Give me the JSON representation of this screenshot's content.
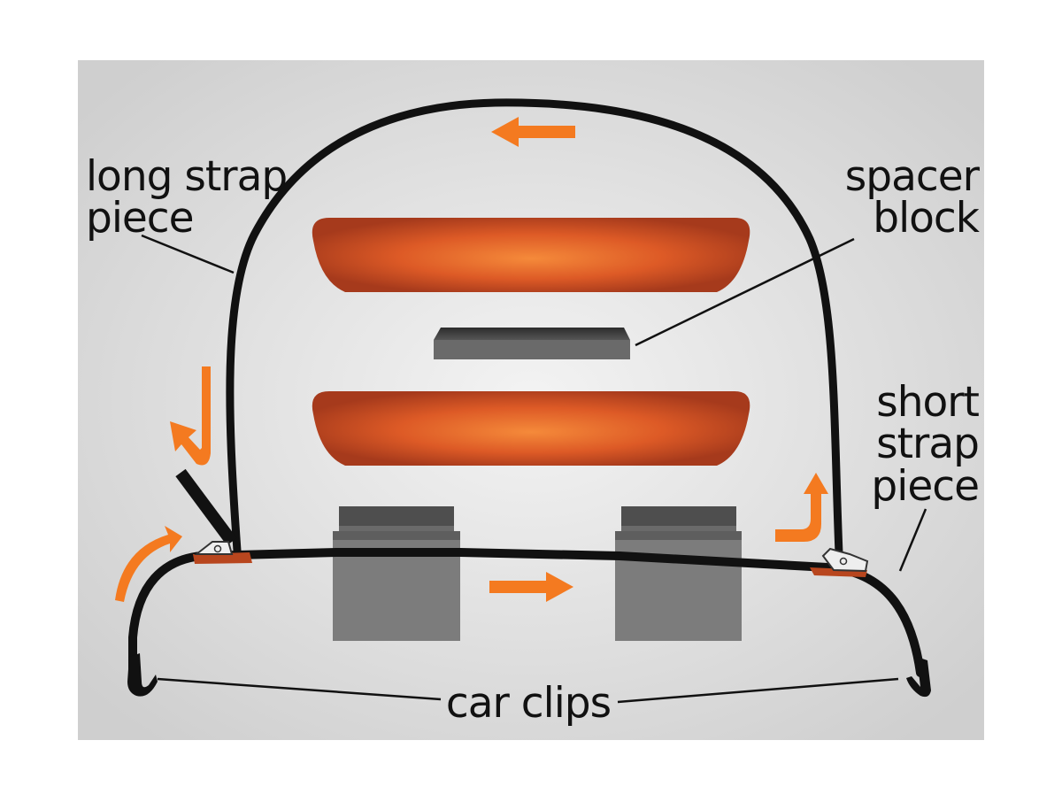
{
  "labels": {
    "long_strap": [
      "long strap",
      "piece"
    ],
    "spacer_block": [
      "spacer",
      "block"
    ],
    "short_strap": [
      "short",
      "strap",
      "piece"
    ],
    "car_clips": "car clips"
  },
  "colors": {
    "arrow": "#f47a20",
    "pad_center": "#f07a30",
    "pad_edge": "#a63a1c",
    "block": "#7a7a7a",
    "strap": "#111111",
    "background": "#e6e6e6"
  }
}
